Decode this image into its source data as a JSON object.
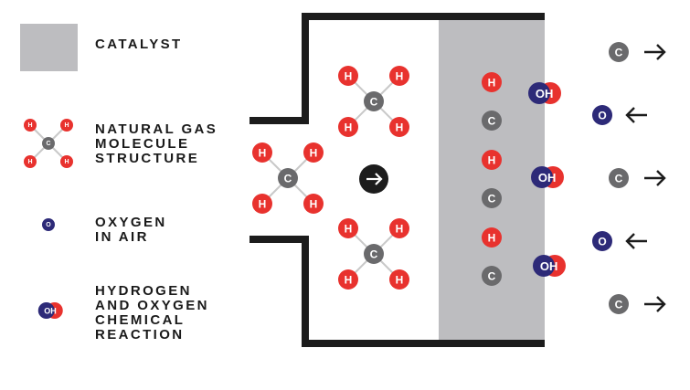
{
  "legend": {
    "catalyst": "CATALYST",
    "natural_gas": "NATURAL GAS\nMOLECULE\nSTRUCTURE",
    "oxygen": "OXYGEN\nIN AIR",
    "reaction": "HYDROGEN\nAND OXYGEN\nCHEMICAL\nREACTION"
  },
  "atoms": {
    "hydrogen": "H",
    "carbon": "C",
    "oxygen": "O",
    "hydroxyl": "OH"
  },
  "colors": {
    "hydrogen": "#e8322e",
    "carbon": "#6a6a6c",
    "oxygen": "#2d2a78",
    "catalyst": "#bdbdc0",
    "wall": "#1c1c1c",
    "arrow_disc": "#1c1c1c"
  },
  "icons": [
    "right-arrow-icon",
    "left-arrow-icon",
    "flow-direction-icon"
  ]
}
